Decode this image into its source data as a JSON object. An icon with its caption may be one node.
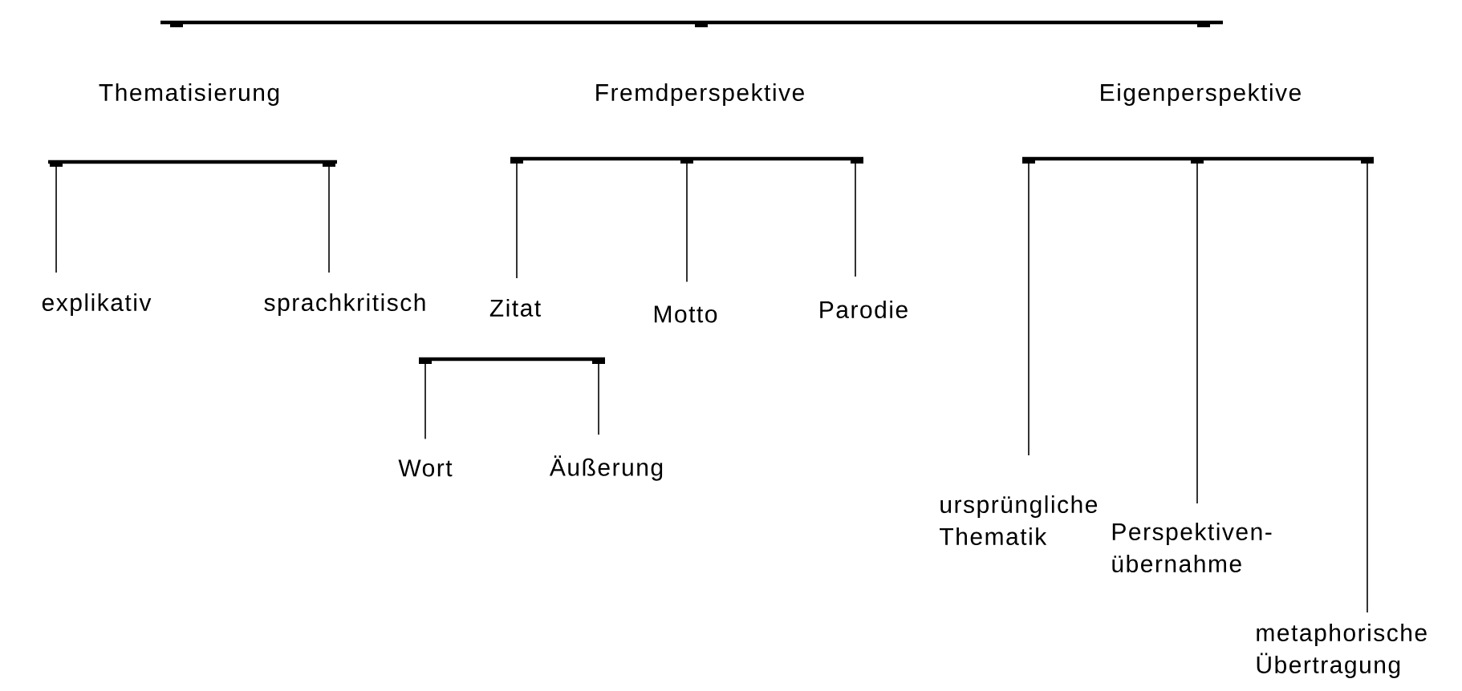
{
  "diagram": {
    "nodes": [
      {
        "text": [],
        "shape": "bar"
      },
      {
        "text": [
          "Thematisierung"
        ]
      },
      {
        "text": [
          "Fremdperspektive"
        ]
      },
      {
        "text": [
          "Eigenperspektive"
        ]
      },
      {
        "text": [],
        "shape": "bar"
      },
      {
        "text": [],
        "shape": "bar"
      },
      {
        "text": [],
        "shape": "bar"
      },
      {
        "text": [
          "explikativ"
        ]
      },
      {
        "text": [
          "sprachkritisch"
        ]
      },
      {
        "text": [
          "Zitat"
        ]
      },
      {
        "text": [
          "Motto"
        ]
      },
      {
        "text": [
          "Parodie"
        ]
      },
      {
        "text": [],
        "shape": "bar"
      },
      {
        "text": [
          "Wort"
        ]
      },
      {
        "text": [
          "Äußerung"
        ]
      },
      {
        "text": [
          "ursprüngliche Thematik"
        ]
      },
      {
        "text": [
          "Perspektiven- übernahme"
        ]
      },
      {
        "text": [
          "metaphorische Übertragung"
        ]
      }
    ],
    "edges": [
      {
        "from": 4,
        "to": 7,
        "arrow": "none"
      },
      {
        "from": 4,
        "to": 8,
        "arrow": "none"
      },
      {
        "from": 5,
        "to": 9,
        "arrow": "none"
      },
      {
        "from": 5,
        "to": 10,
        "arrow": "none"
      },
      {
        "from": 5,
        "to": 11,
        "arrow": "none"
      },
      {
        "from": 12,
        "to": 13,
        "arrow": "none"
      },
      {
        "from": 12,
        "to": 14,
        "arrow": "none"
      },
      {
        "from": 6,
        "to": 15,
        "arrow": "none"
      },
      {
        "from": 6,
        "to": 16,
        "arrow": "none"
      },
      {
        "from": 6,
        "to": 17,
        "arrow": "none"
      }
    ]
  }
}
